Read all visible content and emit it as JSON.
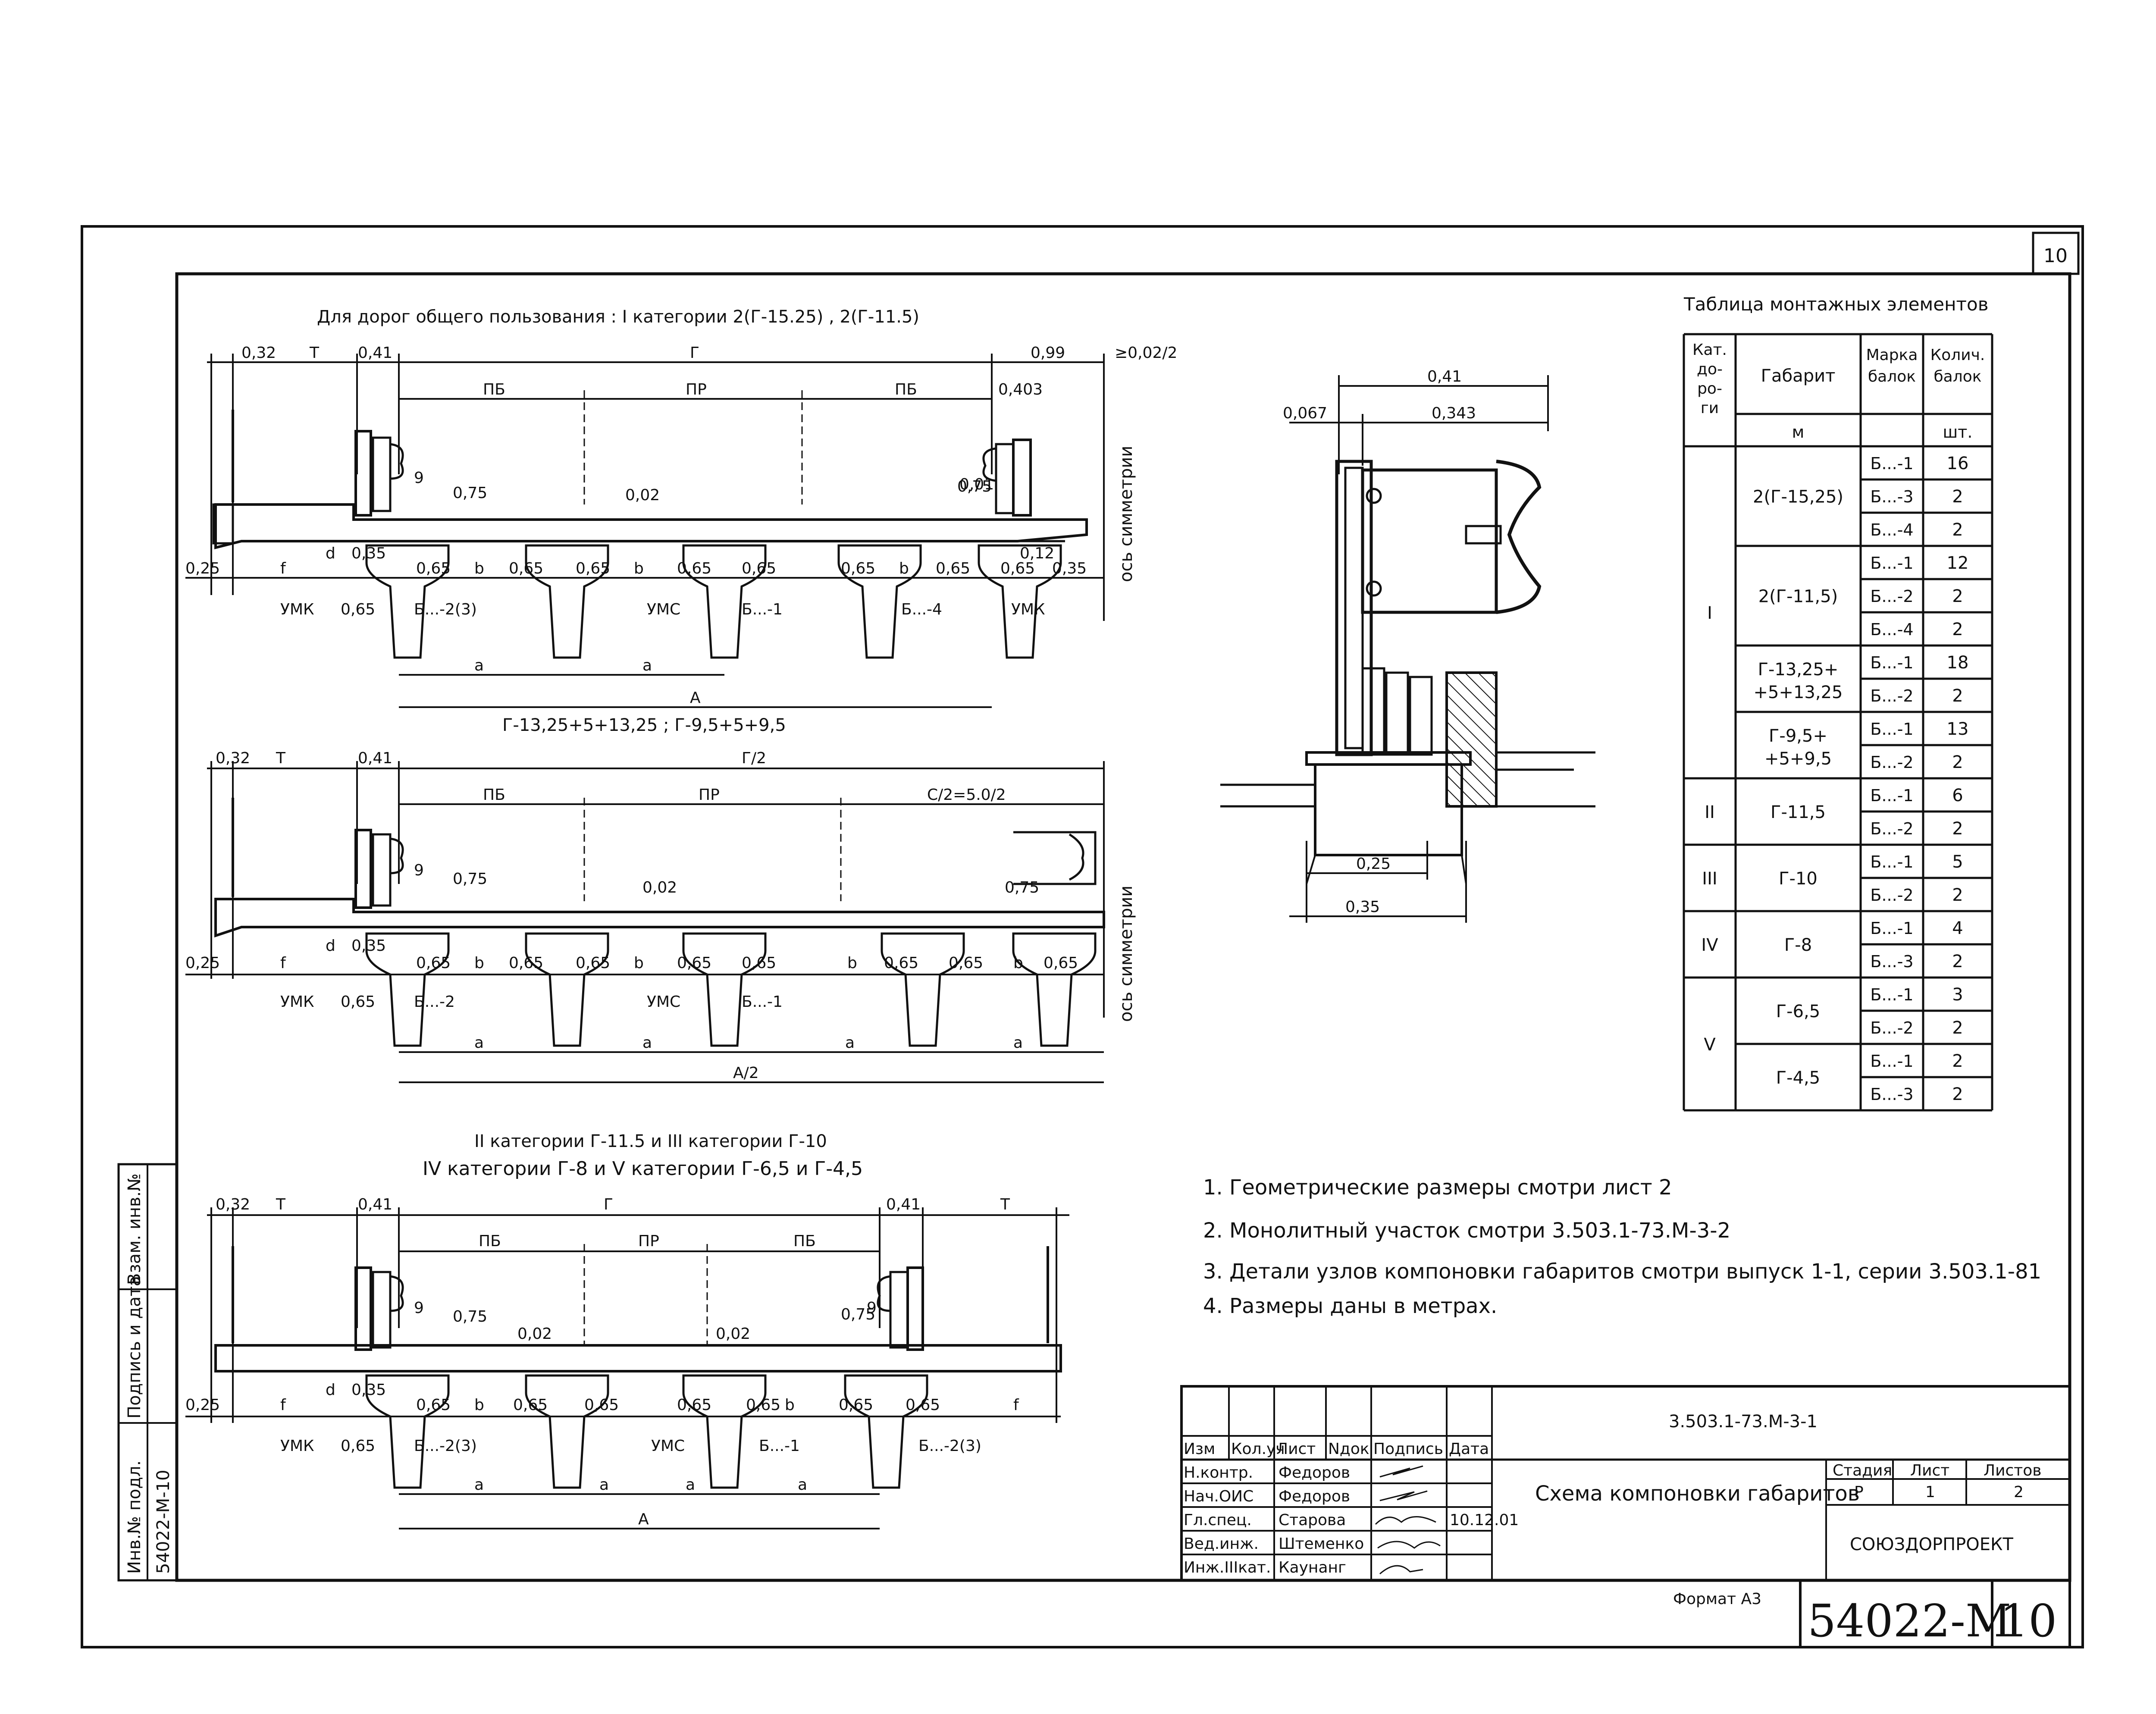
{
  "sheet": {
    "number": "10",
    "code": "54022-M",
    "format_label": "Формат А3",
    "side_column": {
      "inv_label": "Инв.№ подл.",
      "inv_value": "54022-M-10",
      "sign_label": "Подпись и дата",
      "vzam_label": "Взам. инв.№"
    }
  },
  "sections": [
    {
      "title": "Для дорог общего пользования : I категории 2(Г-15.25) , 2(Г-11.5)",
      "dims_top": [
        "0,32",
        "Т",
        "0,41",
        "Г",
        "0,99",
        "≥0,02/2"
      ],
      "zones": [
        "ПБ",
        "ПР",
        "ПБ"
      ],
      "labels": [
        "0,403",
        "0,75",
        "0,75",
        "9",
        "0,01",
        "0,02",
        "0,12",
        "0,25",
        "d",
        "0,35",
        "f",
        "0,65",
        "b",
        "0,65",
        "0,65",
        "b",
        "0,65",
        "0,65",
        "0,65",
        "b",
        "0,65",
        "0,65",
        "0,35",
        "УМК",
        "0,65",
        "Б...-2(3)",
        "УМС",
        "Б...-1",
        "Б...-4",
        "УМК",
        "a",
        "a",
        "A"
      ],
      "axis_label": "ось симметрии"
    },
    {
      "title": "Г-13,25+5+13,25 ; Г-9,5+5+9,5",
      "dims_top": [
        "0,32",
        "Т",
        "0,41",
        "Г/2"
      ],
      "zones": [
        "ПБ",
        "ПР",
        "C/2=5.0/2"
      ],
      "labels": [
        "0,75",
        "0,75",
        "9",
        "0,02",
        "0,25",
        "d",
        "0,35",
        "f",
        "0,65",
        "b",
        "0,65",
        "0,65",
        "b",
        "0,65",
        "0,65",
        "b",
        "0,65",
        "0,65",
        "b",
        "0,65",
        "УМК",
        "0,65",
        "Б...-2",
        "УМС",
        "Б...-1",
        "a",
        "a",
        "a",
        "a",
        "A/2"
      ],
      "axis_label": "ось симметрии"
    },
    {
      "title": "II категории Г-11.5 и III категории Г-10",
      "subtitle": "IV категории Г-8 и V категории Г-6,5 и Г-4,5",
      "dims_top": [
        "0,32",
        "Т",
        "0,41",
        "Г",
        "0,41",
        "Т"
      ],
      "zones": [
        "ПБ",
        "ПР",
        "ПБ"
      ],
      "labels": [
        "0,75",
        "0,75",
        "9",
        "9",
        "0,02",
        "0,02",
        "0,25",
        "d",
        "0,35",
        "f",
        "0,65",
        "b",
        "0,65",
        "0,65",
        "0,65",
        "0,65",
        "b",
        "0,65",
        "0,65",
        "f",
        "УМК",
        "0,65",
        "Б...-2(3)",
        "УМС",
        "Б...-1",
        "Б...-2(3)",
        "a",
        "a",
        "a",
        "a",
        "A"
      ]
    }
  ],
  "detail": {
    "dims": [
      "0,41",
      "0,067",
      "0,343",
      "0,25",
      "0,35"
    ]
  },
  "table": {
    "title": "Таблица монтажных элементов",
    "headers": [
      "Кат. до- ро- ги",
      "Габарит",
      "Марка балок",
      "Колич. балок"
    ],
    "units": [
      "м",
      "шт."
    ],
    "groups": [
      {
        "cat": "I",
        "gabs": [
          {
            "gab": "2(Г-15,25)",
            "rows": [
              [
                "Б...-1",
                "16"
              ],
              [
                "Б...-3",
                "2"
              ],
              [
                "Б...-4",
                "2"
              ]
            ]
          },
          {
            "gab": "2(Г-11,5)",
            "rows": [
              [
                "Б...-1",
                "12"
              ],
              [
                "Б...-2",
                "2"
              ],
              [
                "Б...-4",
                "2"
              ]
            ]
          },
          {
            "gab": "Г-13,25+ +5+13,25",
            "rows": [
              [
                "Б...-1",
                "18"
              ],
              [
                "Б...-2",
                "2"
              ]
            ]
          },
          {
            "gab": "Г-9,5+ +5+9,5",
            "rows": [
              [
                "Б...-1",
                "13"
              ],
              [
                "Б...-2",
                "2"
              ]
            ]
          }
        ]
      },
      {
        "cat": "II",
        "gabs": [
          {
            "gab": "Г-11,5",
            "rows": [
              [
                "Б...-1",
                "6"
              ],
              [
                "Б...-2",
                "2"
              ]
            ]
          }
        ]
      },
      {
        "cat": "III",
        "gabs": [
          {
            "gab": "Г-10",
            "rows": [
              [
                "Б...-1",
                "5"
              ],
              [
                "Б...-2",
                "2"
              ]
            ]
          }
        ]
      },
      {
        "cat": "IV",
        "gabs": [
          {
            "gab": "Г-8",
            "rows": [
              [
                "Б...-1",
                "4"
              ],
              [
                "Б...-3",
                "2"
              ]
            ]
          }
        ]
      },
      {
        "cat": "V",
        "gabs": [
          {
            "gab": "Г-6,5",
            "rows": [
              [
                "Б...-1",
                "3"
              ],
              [
                "Б...-2",
                "2"
              ]
            ]
          },
          {
            "gab": "Г-4,5",
            "rows": [
              [
                "Б...-1",
                "2"
              ],
              [
                "Б...-3",
                "2"
              ]
            ]
          }
        ]
      }
    ]
  },
  "notes": [
    "1. Геометрические размеры смотри лист 2",
    "2. Монолитный участок смотри 3.503.1-73.М-3-2",
    "3. Детали узлов компоновки габаритов смотри выпуск 1-1, серии 3.503.1-81",
    "4. Размеры даны в метрах."
  ],
  "stamp": {
    "code": "3.503.1-73.М-3-1",
    "cols": [
      "Изм",
      "Кол.уч",
      "Лист",
      "Nдок",
      "Подпись",
      "Дата"
    ],
    "people": [
      {
        "role": "Н.контр.",
        "name": "Федоров",
        "date": ""
      },
      {
        "role": "Нач.ОИС",
        "name": "Федоров",
        "date": ""
      },
      {
        "role": "Гл.спец.",
        "name": "Старова",
        "date": "10.12.01"
      },
      {
        "role": "Вед.инж.",
        "name": "Штеменко",
        "date": ""
      },
      {
        "role": "Инж.IIIкат.",
        "name": "Каунанг",
        "date": ""
      }
    ],
    "title": "Схема компоновки габаритов",
    "stage_header": [
      "Стадия",
      "Лист",
      "Листов"
    ],
    "stage_values": [
      "Р",
      "1",
      "2"
    ],
    "org": "СОЮЗДОРПРОЕКТ"
  },
  "colors": {
    "ink": "#111111",
    "paper": "#ffffff"
  }
}
